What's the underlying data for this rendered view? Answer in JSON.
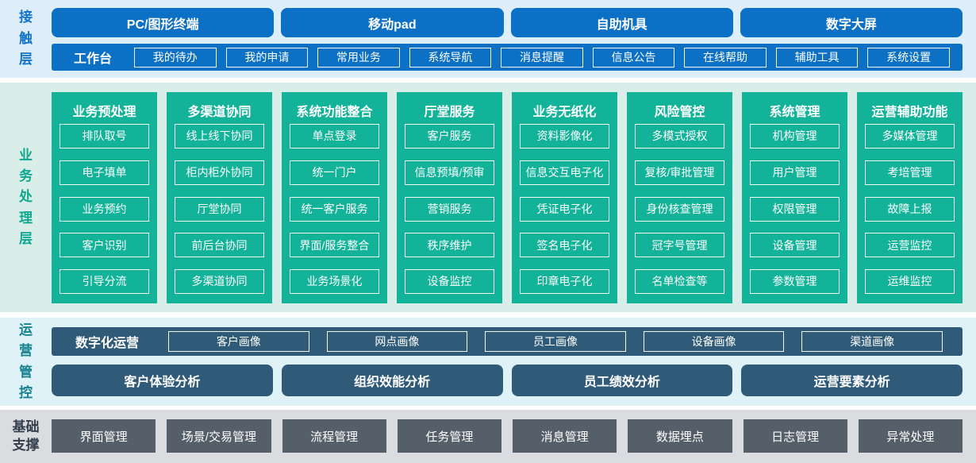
{
  "colors": {
    "blue": "#0c70c5",
    "blue_bg": "#ddedf9",
    "blue_label": "#1173cc",
    "green": "#13b39a",
    "green_bg": "#d9eee8",
    "green_label": "#0fa88e",
    "slate": "#2f5b79",
    "cyan_bg": "#def2f8",
    "teal_label": "#16818f",
    "gray": "#545f6a",
    "gray_bg": "#dbdcdf",
    "dark_label": "#333f4d"
  },
  "contact_layer": {
    "label": "接触层",
    "terminals": [
      "PC/图形终端",
      "移动pad",
      "自助机具",
      "数字大屏"
    ],
    "workbench": {
      "label": "工作台",
      "items": [
        "我的待办",
        "我的申请",
        "常用业务",
        "系统导航",
        "消息提醒",
        "信息公告",
        "在线帮助",
        "辅助工具",
        "系统设置"
      ]
    }
  },
  "business_layer": {
    "label": "业务处理层",
    "columns": [
      {
        "title": "业务预处理",
        "items": [
          "排队取号",
          "电子填单",
          "业务预约",
          "客户识别",
          "引导分流"
        ]
      },
      {
        "title": "多渠道协同",
        "items": [
          "线上线下协同",
          "柜内柜外协同",
          "厅堂协同",
          "前后台协同",
          "多渠道协同"
        ]
      },
      {
        "title": "系统功能整合",
        "items": [
          "单点登录",
          "统一门户",
          "统一客户服务",
          "界面/服务整合",
          "业务场景化"
        ]
      },
      {
        "title": "厅堂服务",
        "items": [
          "客户服务",
          "信息预填/预审",
          "营销服务",
          "秩序维护",
          "设备监控"
        ]
      },
      {
        "title": "业务无纸化",
        "items": [
          "资料影像化",
          "信息交互电子化",
          "凭证电子化",
          "签名电子化",
          "印章电子化"
        ]
      },
      {
        "title": "风险管控",
        "items": [
          "多模式授权",
          "复核/审批管理",
          "身份核查管理",
          "冠字号管理",
          "名单检查等"
        ]
      },
      {
        "title": "系统管理",
        "items": [
          "机构管理",
          "用户管理",
          "权限管理",
          "设备管理",
          "参数管理"
        ]
      },
      {
        "title": "运营辅助功能",
        "items": [
          "多媒体管理",
          "考培管理",
          "故障上报",
          "运营监控",
          "运维监控"
        ]
      }
    ]
  },
  "ops_layer": {
    "label": "运营管控",
    "digital": {
      "label": "数字化运营",
      "items": [
        "客户画像",
        "网点画像",
        "员工画像",
        "设备画像",
        "渠道画像"
      ]
    },
    "analysis": [
      "客户体验分析",
      "组织效能分析",
      "员工绩效分析",
      "运营要素分析"
    ]
  },
  "base_layer": {
    "label": "基础支撑",
    "items": [
      "界面管理",
      "场景/交易管理",
      "流程管理",
      "任务管理",
      "消息管理",
      "数据埋点",
      "日志管理",
      "异常处理"
    ]
  }
}
